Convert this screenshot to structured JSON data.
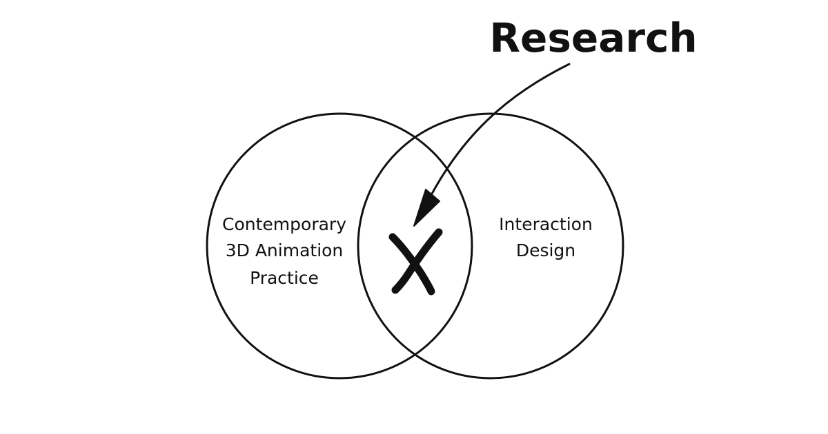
{
  "title": "Research",
  "left_circle": {
    "lines": [
      "Contemporary",
      "3D Animation",
      "Practice"
    ]
  },
  "right_circle": {
    "lines": [
      "Interaction",
      "Design"
    ]
  }
}
